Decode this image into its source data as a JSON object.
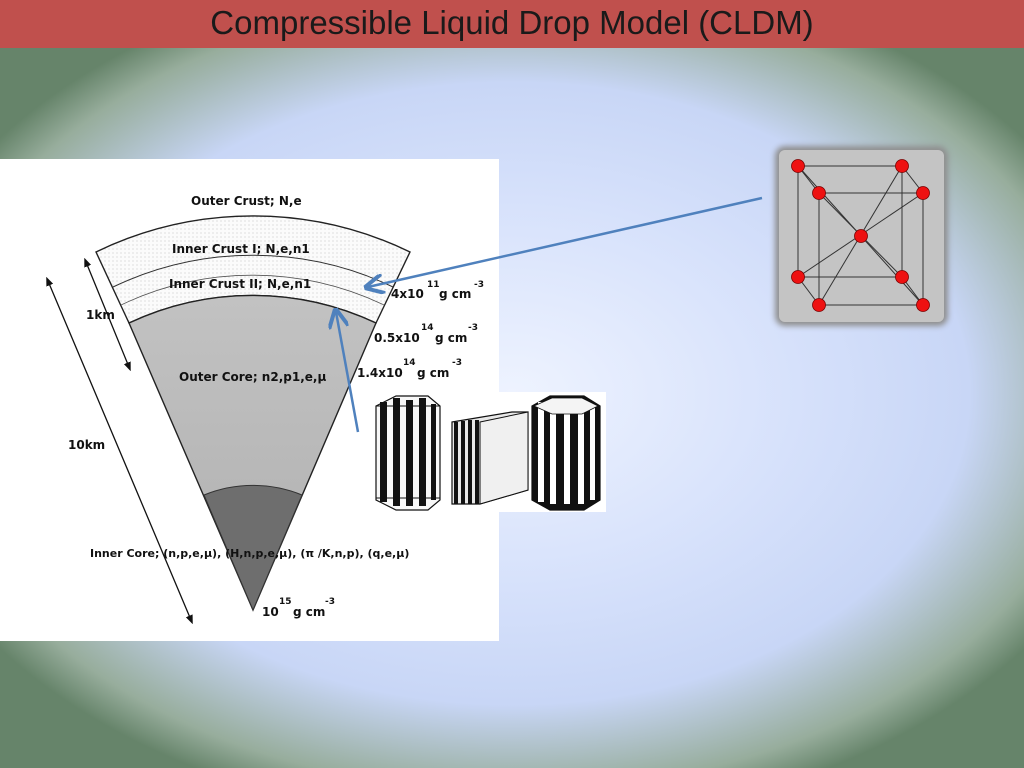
{
  "slide": {
    "title": "Compressible Liquid Drop Model (CLDM)"
  },
  "diagram": {
    "layers": {
      "outer_crust": "Outer Crust; N,e",
      "inner_crust_1": "Inner Crust I; N,e,n1",
      "inner_crust_2": "Inner Crust II; N,e,n1",
      "outer_core": "Outer Core; n2,p1,e,μ",
      "inner_core": "Inner Core; (n,p,e,μ), (H,n,p,e,μ), (π /K,n,p), (q,e,μ)"
    },
    "scales": {
      "crust_thickness": "1km",
      "radius": "10km"
    },
    "densities": [
      {
        "mantissa": "4x10",
        "exponent": "11",
        "unit": "g cm",
        "unit_exponent": "-3"
      },
      {
        "mantissa": "0.5x10",
        "exponent": "14",
        "unit": "g cm",
        "unit_exponent": "-3"
      },
      {
        "mantissa": "1.4x10",
        "exponent": "14",
        "unit": "g cm",
        "unit_exponent": "-3"
      },
      {
        "mantissa": "10",
        "exponent": "15",
        "unit": "g cm",
        "unit_exponent": "-3"
      }
    ]
  },
  "colors": {
    "title_bar": "#c0504d",
    "arrow": "#4f81bd",
    "lattice_node": "#ee1111"
  }
}
